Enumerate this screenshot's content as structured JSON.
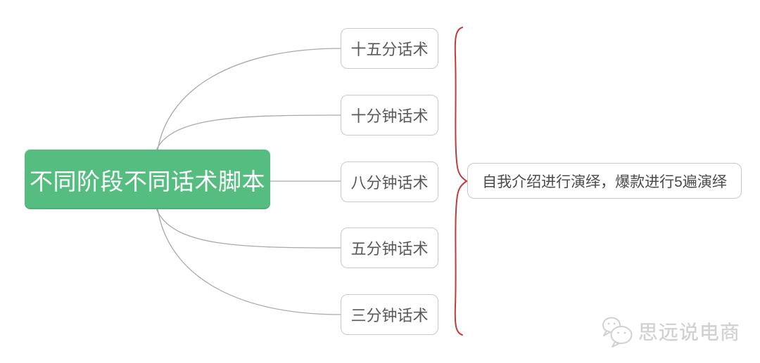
{
  "root": {
    "label": "不同阶段不同话术脚本"
  },
  "branches": [
    {
      "label": "十五分话术"
    },
    {
      "label": "十分钟话术"
    },
    {
      "label": "八分钟话术"
    },
    {
      "label": "五分钟话术"
    },
    {
      "label": "三分钟话术"
    }
  ],
  "annotation": {
    "label": "自我介绍进行演绎，爆款进行5遍演绎"
  },
  "watermark": {
    "label": "思远说电商",
    "icon": "wechat-icon"
  },
  "colors": {
    "root_green": "#55BD7F",
    "connector": "#A9A9A9",
    "node_border": "#C8C8C8",
    "node_text": "#595959",
    "brace": "#C23B3B",
    "watermark": "#D0D0D0"
  }
}
